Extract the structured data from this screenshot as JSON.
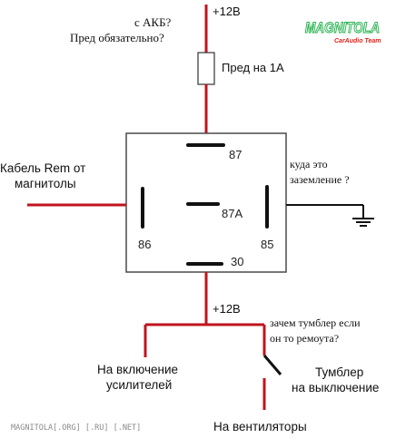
{
  "colors": {
    "wire_red": "#c0141e",
    "wire_black": "#111111",
    "relay_border": "#4a4a4a",
    "logo_green": "#22b14c",
    "logo_red": "#e0201a"
  },
  "relay": {
    "pin_87": "87",
    "pin_87a": "87A",
    "pin_86": "86",
    "pin_85": "85",
    "pin_30": "30"
  },
  "labels": {
    "plus12v_top": "+12В",
    "plus12v_bottom": "+12В",
    "fuse": "Пред на 1А",
    "rem_line1": "Кабель Rem от",
    "rem_line2": "магнитолы",
    "amp_line1": "На включение",
    "amp_line2": "усилителей",
    "toggle_line1": "Тумблер",
    "toggle_line2": "на выключение",
    "fans": "На вентиляторы"
  },
  "annotations": {
    "akb_line1": "с АКБ?",
    "akb_line2": "Пред обязательно?",
    "ground_line1": "куда это",
    "ground_line2": "заземление ?",
    "toggle_q_line1": "зачем тумблер если",
    "toggle_q_line2": "он то ремоута?"
  },
  "logo": {
    "brand": "MAGNITOLA",
    "tagline": "CarAudio Team"
  },
  "watermark": "MAGNITOLA[.ORG] [.RU] [.NET]"
}
